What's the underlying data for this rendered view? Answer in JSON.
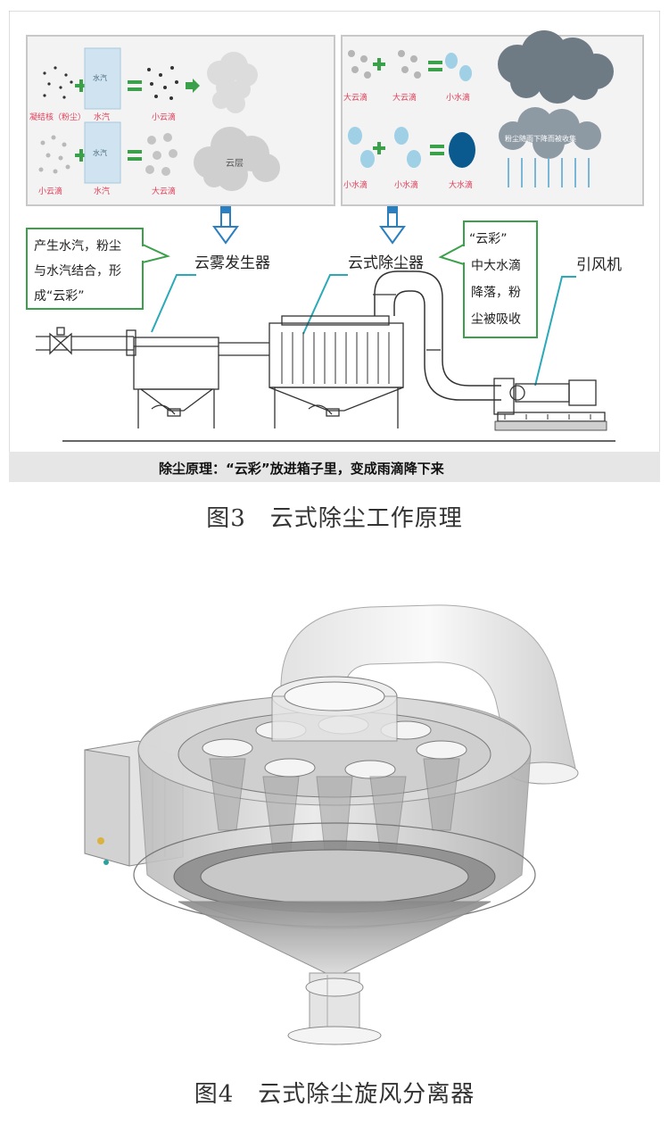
{
  "figure3": {
    "panel_left": {
      "row1": {
        "item1": "凝结核（粉尘）",
        "item2": "水汽",
        "item2_box": "水汽",
        "result": "小云滴"
      },
      "row2": {
        "item1": "小云滴",
        "item2": "水汽",
        "item2_box": "水汽",
        "result": "大云滴",
        "cloud_label": "云层"
      }
    },
    "panel_right": {
      "row1": {
        "item1": "大云滴",
        "item2": "大云滴",
        "result": "小水滴"
      },
      "row2": {
        "item1": "小水滴",
        "item2": "小水滴",
        "result": "大水滴"
      },
      "rain_label": "粉尘随雨下降而被收集"
    },
    "callout_left": {
      "line1": "产生水汽，粉尘",
      "line2": "与水汽结合，形",
      "line3": "成“云彩”"
    },
    "callout_right": {
      "line1": "“云彩”",
      "line2": "中大水滴",
      "line3": "降落，粉",
      "line4": "尘被吸收"
    },
    "label_generator": "云雾发生器",
    "label_collector": "云式除尘器",
    "label_fan": "引风机",
    "bottom_text": "除尘原理：“云彩”放进箱子里，变成雨滴降下来",
    "colors": {
      "green": "#3aa14a",
      "blue": "#2a7fc0",
      "teal": "#2aa9b8",
      "dark_drop": "#0a5a8f"
    }
  },
  "caption3": "图3　云式除尘工作原理",
  "caption4": "图4　云式除尘旋风分离器"
}
